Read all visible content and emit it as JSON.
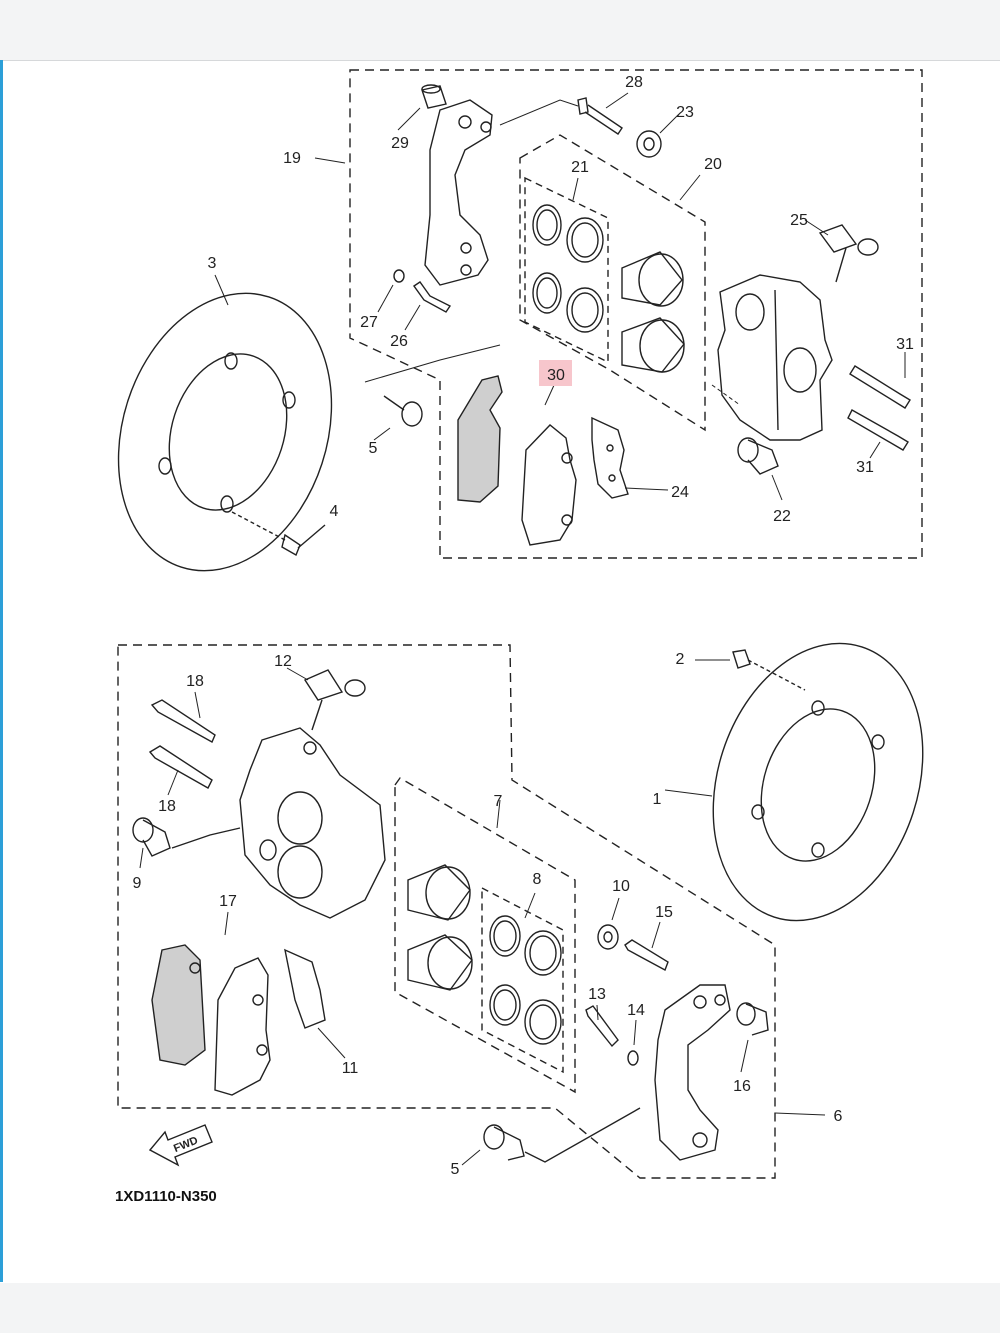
{
  "diagram": {
    "code": "1XD1110-N350",
    "fwd_label": "FWD",
    "highlight_color": "#f7c6cc",
    "highlighted_part": "30",
    "labels": {
      "p1": "1",
      "p2": "2",
      "p3": "3",
      "p4": "4",
      "p5a": "5",
      "p5b": "5",
      "p6": "6",
      "p7": "7",
      "p8": "8",
      "p9": "9",
      "p10": "10",
      "p11": "11",
      "p12": "12",
      "p13": "13",
      "p14": "14",
      "p15": "15",
      "p16": "16",
      "p17": "17",
      "p18a": "18",
      "p18b": "18",
      "p19": "19",
      "p20": "20",
      "p21": "21",
      "p22": "22",
      "p23": "23",
      "p24": "24",
      "p25": "25",
      "p26": "26",
      "p27": "27",
      "p28": "28",
      "p29": "29",
      "p30": "30",
      "p31a": "31",
      "p31b": "31"
    }
  }
}
